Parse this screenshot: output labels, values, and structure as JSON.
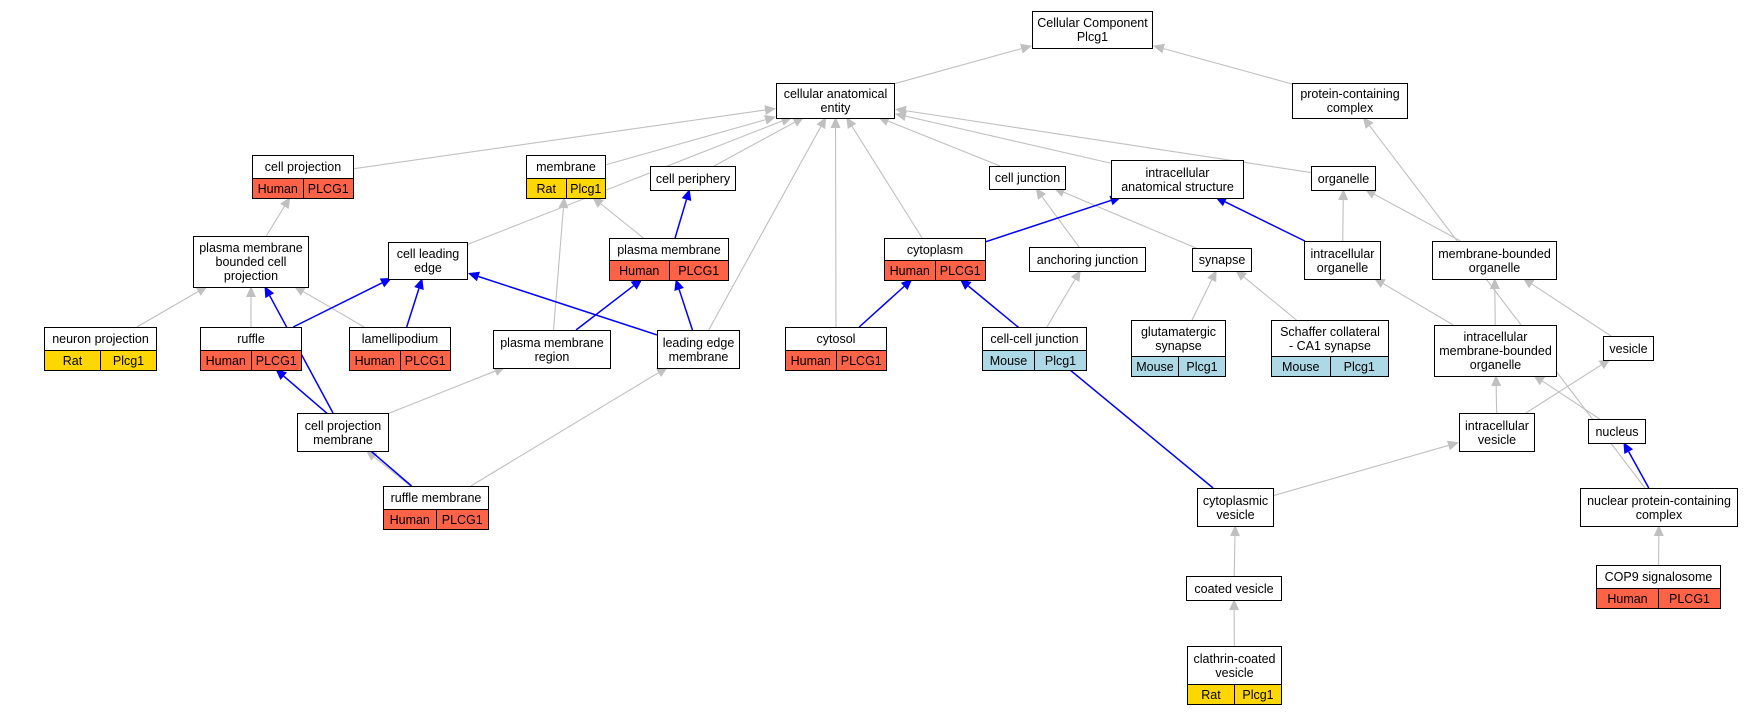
{
  "diagram": {
    "colors": {
      "gray_edge": "#c0c0c0",
      "blue_edge": "#0000ff",
      "Human": "#ff6347",
      "Rat": "#ffd700",
      "Mouse": "#add8e6"
    },
    "nodes": {
      "root": {
        "label": "Cellular Component\nPlcg1",
        "tags": []
      },
      "cae": {
        "label": "cellular anatomical\nentity",
        "tags": []
      },
      "pcc": {
        "label": "protein-containing\ncomplex",
        "tags": []
      },
      "cellproj": {
        "label": "cell projection",
        "tags": [
          {
            "species": "Human",
            "gene": "PLCG1"
          }
        ]
      },
      "membrane": {
        "label": "membrane",
        "tags": [
          {
            "species": "Rat",
            "gene": "Plcg1"
          }
        ]
      },
      "cellperiph": {
        "label": "cell periphery",
        "tags": []
      },
      "celljunc": {
        "label": "cell junction",
        "tags": []
      },
      "ias": {
        "label": "intracellular\nanatomical structure",
        "tags": []
      },
      "organelle": {
        "label": "organelle",
        "tags": []
      },
      "pmbcp": {
        "label": "plasma membrane\nbounded cell\nprojection",
        "tags": []
      },
      "cle": {
        "label": "cell leading\nedge",
        "tags": []
      },
      "pm": {
        "label": "plasma membrane",
        "tags": [
          {
            "species": "Human",
            "gene": "PLCG1"
          }
        ]
      },
      "cytoplasm": {
        "label": "cytoplasm",
        "tags": [
          {
            "species": "Human",
            "gene": "PLCG1"
          }
        ]
      },
      "anchjunc": {
        "label": "anchoring junction",
        "tags": []
      },
      "synapse": {
        "label": "synapse",
        "tags": []
      },
      "intorg": {
        "label": "intracellular\norganelle",
        "tags": []
      },
      "mbo": {
        "label": "membrane-bounded\norganelle",
        "tags": []
      },
      "neuronproj": {
        "label": "neuron projection",
        "tags": [
          {
            "species": "Rat",
            "gene": "Plcg1"
          }
        ]
      },
      "ruffle": {
        "label": "ruffle",
        "tags": [
          {
            "species": "Human",
            "gene": "PLCG1"
          }
        ]
      },
      "lamelli": {
        "label": "lamellipodium",
        "tags": [
          {
            "species": "Human",
            "gene": "PLCG1"
          }
        ]
      },
      "pmregion": {
        "label": "plasma membrane\nregion",
        "tags": []
      },
      "lem": {
        "label": "leading edge\nmembrane",
        "tags": []
      },
      "cytosol": {
        "label": "cytosol",
        "tags": [
          {
            "species": "Human",
            "gene": "PLCG1"
          }
        ]
      },
      "ccjunc": {
        "label": "cell-cell junction",
        "tags": [
          {
            "species": "Mouse",
            "gene": "Plcg1"
          }
        ]
      },
      "glusyn": {
        "label": "glutamatergic\nsynapse",
        "tags": [
          {
            "species": "Mouse",
            "gene": "Plcg1"
          }
        ]
      },
      "schaffer": {
        "label": "Schaffer collateral\n- CA1 synapse",
        "tags": [
          {
            "species": "Mouse",
            "gene": "Plcg1"
          }
        ]
      },
      "imbo": {
        "label": "intracellular\nmembrane-bounded\norganelle",
        "tags": []
      },
      "vesicle": {
        "label": "vesicle",
        "tags": []
      },
      "cpm": {
        "label": "cell projection\nmembrane",
        "tags": []
      },
      "intves": {
        "label": "intracellular\nvesicle",
        "tags": []
      },
      "nucleus": {
        "label": "nucleus",
        "tags": []
      },
      "rufflemem": {
        "label": "ruffle membrane",
        "tags": [
          {
            "species": "Human",
            "gene": "PLCG1"
          }
        ]
      },
      "cytoves": {
        "label": "cytoplasmic\nvesicle",
        "tags": []
      },
      "npcc": {
        "label": "nuclear protein-containing\ncomplex",
        "tags": []
      },
      "cop9": {
        "label": "COP9 signalosome",
        "tags": [
          {
            "species": "Human",
            "gene": "PLCG1"
          }
        ]
      },
      "coatedves": {
        "label": "coated vesicle",
        "tags": []
      },
      "ccv": {
        "label": "clathrin-coated\nvesicle",
        "tags": [
          {
            "species": "Rat",
            "gene": "Plcg1"
          }
        ]
      }
    },
    "edges": [
      {
        "from": "cae",
        "to": "root",
        "kind": "gray"
      },
      {
        "from": "pcc",
        "to": "root",
        "kind": "gray"
      },
      {
        "from": "cellproj",
        "to": "cae",
        "kind": "gray"
      },
      {
        "from": "membrane",
        "to": "cae",
        "kind": "gray"
      },
      {
        "from": "cellperiph",
        "to": "cae",
        "kind": "gray"
      },
      {
        "from": "celljunc",
        "to": "cae",
        "kind": "gray"
      },
      {
        "from": "ias",
        "to": "cae",
        "kind": "gray"
      },
      {
        "from": "organelle",
        "to": "cae",
        "kind": "gray"
      },
      {
        "from": "cle",
        "to": "cae",
        "kind": "gray"
      },
      {
        "from": "lem",
        "to": "cae",
        "kind": "gray"
      },
      {
        "from": "cytosol",
        "to": "cae",
        "kind": "gray"
      },
      {
        "from": "cytoplasm",
        "to": "cae",
        "kind": "gray"
      },
      {
        "from": "npcc",
        "to": "pcc",
        "kind": "gray"
      },
      {
        "from": "pmbcp",
        "to": "cellproj",
        "kind": "gray"
      },
      {
        "from": "neuronproj",
        "to": "pmbcp",
        "kind": "gray"
      },
      {
        "from": "ruffle",
        "to": "pmbcp",
        "kind": "gray"
      },
      {
        "from": "lamelli",
        "to": "pmbcp",
        "kind": "gray"
      },
      {
        "from": "pm",
        "to": "membrane",
        "kind": "gray"
      },
      {
        "from": "pmregion",
        "to": "membrane",
        "kind": "gray"
      },
      {
        "from": "anchjunc",
        "to": "celljunc",
        "kind": "gray"
      },
      {
        "from": "synapse",
        "to": "celljunc",
        "kind": "gray"
      },
      {
        "from": "intorg",
        "to": "organelle",
        "kind": "gray"
      },
      {
        "from": "mbo",
        "to": "organelle",
        "kind": "gray"
      },
      {
        "from": "ccjunc",
        "to": "anchjunc",
        "kind": "gray"
      },
      {
        "from": "glusyn",
        "to": "synapse",
        "kind": "gray"
      },
      {
        "from": "schaffer",
        "to": "synapse",
        "kind": "gray"
      },
      {
        "from": "imbo",
        "to": "intorg",
        "kind": "gray"
      },
      {
        "from": "imbo",
        "to": "mbo",
        "kind": "gray"
      },
      {
        "from": "vesicle",
        "to": "mbo",
        "kind": "gray"
      },
      {
        "from": "intves",
        "to": "imbo",
        "kind": "gray"
      },
      {
        "from": "nucleus",
        "to": "imbo",
        "kind": "gray"
      },
      {
        "from": "intves",
        "to": "vesicle",
        "kind": "gray"
      },
      {
        "from": "cpm",
        "to": "pmregion",
        "kind": "gray"
      },
      {
        "from": "rufflemem",
        "to": "cpm",
        "kind": "gray"
      },
      {
        "from": "rufflemem",
        "to": "lem",
        "kind": "gray"
      },
      {
        "from": "cytoves",
        "to": "intves",
        "kind": "gray"
      },
      {
        "from": "coatedves",
        "to": "cytoves",
        "kind": "gray"
      },
      {
        "from": "ccv",
        "to": "coatedves",
        "kind": "gray"
      },
      {
        "from": "cop9",
        "to": "npcc",
        "kind": "gray"
      },
      {
        "from": "pm",
        "to": "cellperiph",
        "kind": "blue"
      },
      {
        "from": "cytoplasm",
        "to": "ias",
        "kind": "blue"
      },
      {
        "from": "intorg",
        "to": "ias",
        "kind": "blue"
      },
      {
        "from": "ruffle",
        "to": "cle",
        "kind": "blue"
      },
      {
        "from": "lamelli",
        "to": "cle",
        "kind": "blue"
      },
      {
        "from": "lem",
        "to": "cle",
        "kind": "blue"
      },
      {
        "from": "pmregion",
        "to": "pm",
        "kind": "blue"
      },
      {
        "from": "lem",
        "to": "pm",
        "kind": "blue"
      },
      {
        "from": "cytosol",
        "to": "cytoplasm",
        "kind": "blue"
      },
      {
        "from": "cytoves",
        "to": "cytoplasm",
        "kind": "blue"
      },
      {
        "from": "cpm",
        "to": "pmbcp",
        "kind": "blue"
      },
      {
        "from": "rufflemem",
        "to": "ruffle",
        "kind": "blue"
      },
      {
        "from": "npcc",
        "to": "nucleus",
        "kind": "blue"
      }
    ]
  }
}
